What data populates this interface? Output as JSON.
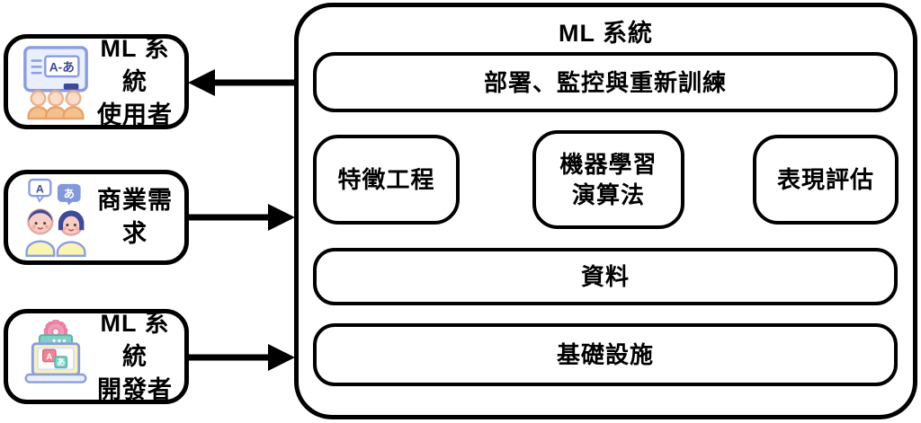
{
  "left_nodes": {
    "users": {
      "line1": "ML 系統",
      "line2": "使用者",
      "icon": "classroom-presentation-icon"
    },
    "business": {
      "line1": "商業需求",
      "icon": "people-conversation-icon"
    },
    "developers": {
      "line1": "ML 系統",
      "line2": "開發者",
      "icon": "developer-laptop-icon"
    }
  },
  "system": {
    "title": "ML 系統",
    "boxes": {
      "deploy": "部署、監控與重新訓練",
      "feature_engineering": "特徵工程",
      "ml_algorithm_line1": "機器學習",
      "ml_algorithm_line2": "演算法",
      "performance_eval": "表現評估",
      "data": "資料",
      "infrastructure": "基礎設施"
    }
  },
  "icons": {
    "classroom": {
      "board_text": "A-あ"
    },
    "conversation": {
      "bubble_left": "A",
      "bubble_right": "あ"
    },
    "laptop": {
      "box_left": "A",
      "box_right": "あ"
    }
  },
  "arrows": [
    {
      "from": "ml-system",
      "to": "ml-system-users",
      "direction": "left"
    },
    {
      "from": "business-needs",
      "to": "ml-system",
      "direction": "right"
    },
    {
      "from": "ml-system-developers",
      "to": "ml-system",
      "direction": "right"
    }
  ],
  "colors": {
    "stroke": "#000000",
    "background": "#ffffff",
    "icon_outline": "#8a9de0",
    "icon_fill": "#e9effc",
    "navy": "#3e4a97",
    "skin": "#f9ddcb",
    "body_tan": "#f2c18f",
    "face_pink": "#f8cfc6",
    "shirt_yellow": "#faf5b2",
    "bubble_blue": "#8298dd",
    "gear_pink": "#f29ab5",
    "teal": "#7fd0c5",
    "red_box": "#ef8396"
  }
}
